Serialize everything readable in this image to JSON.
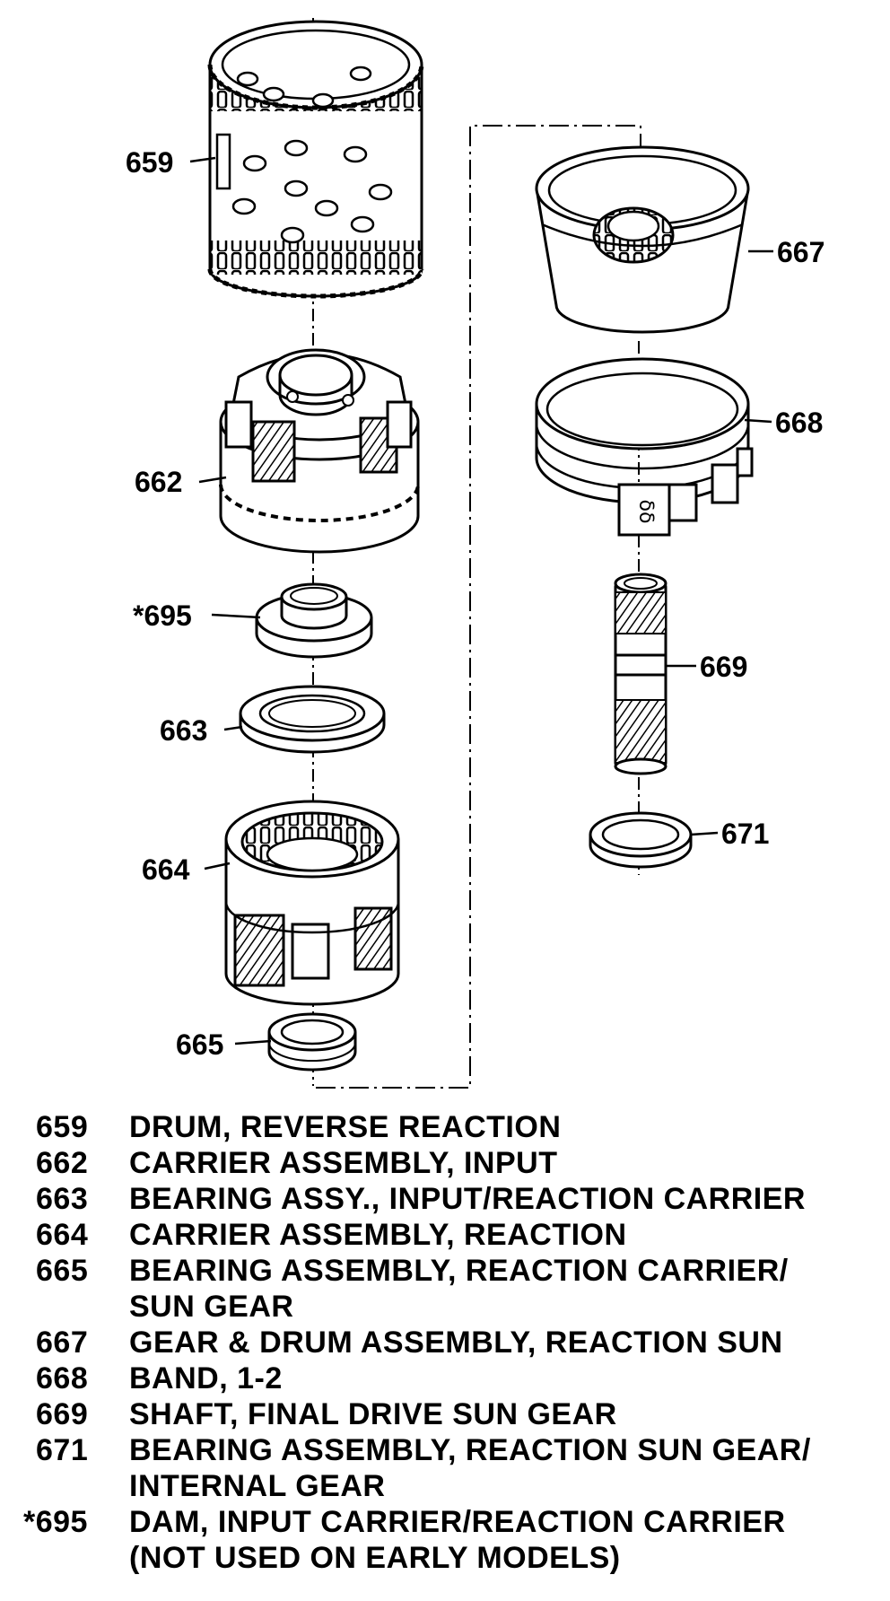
{
  "callouts": {
    "c659": "659",
    "c662": "662",
    "c695": "*695",
    "c663": "663",
    "c664": "664",
    "c665": "665",
    "c667": "667",
    "c668": "668",
    "c669": "669",
    "c671": "671"
  },
  "legend": [
    {
      "num": "659",
      "desc": "DRUM, REVERSE REACTION"
    },
    {
      "num": "662",
      "desc": "CARRIER ASSEMBLY, INPUT"
    },
    {
      "num": "663",
      "desc": "BEARING ASSY., INPUT/REACTION CARRIER"
    },
    {
      "num": "664",
      "desc": "CARRIER ASSEMBLY, REACTION"
    },
    {
      "num": "665",
      "desc": "BEARING ASSEMBLY, REACTION CARRIER/\nSUN GEAR"
    },
    {
      "num": "667",
      "desc": "GEAR & DRUM ASSEMBLY, REACTION SUN"
    },
    {
      "num": "668",
      "desc": "BAND, 1-2"
    },
    {
      "num": "669",
      "desc": "SHAFT, FINAL DRIVE SUN GEAR"
    },
    {
      "num": "671",
      "desc": "BEARING ASSEMBLY, REACTION SUN GEAR/\nINTERNAL GEAR"
    },
    {
      "num": "*695",
      "desc": "DAM, INPUT CARRIER/REACTION CARRIER\n(NOT USED ON EARLY MODELS)"
    }
  ]
}
